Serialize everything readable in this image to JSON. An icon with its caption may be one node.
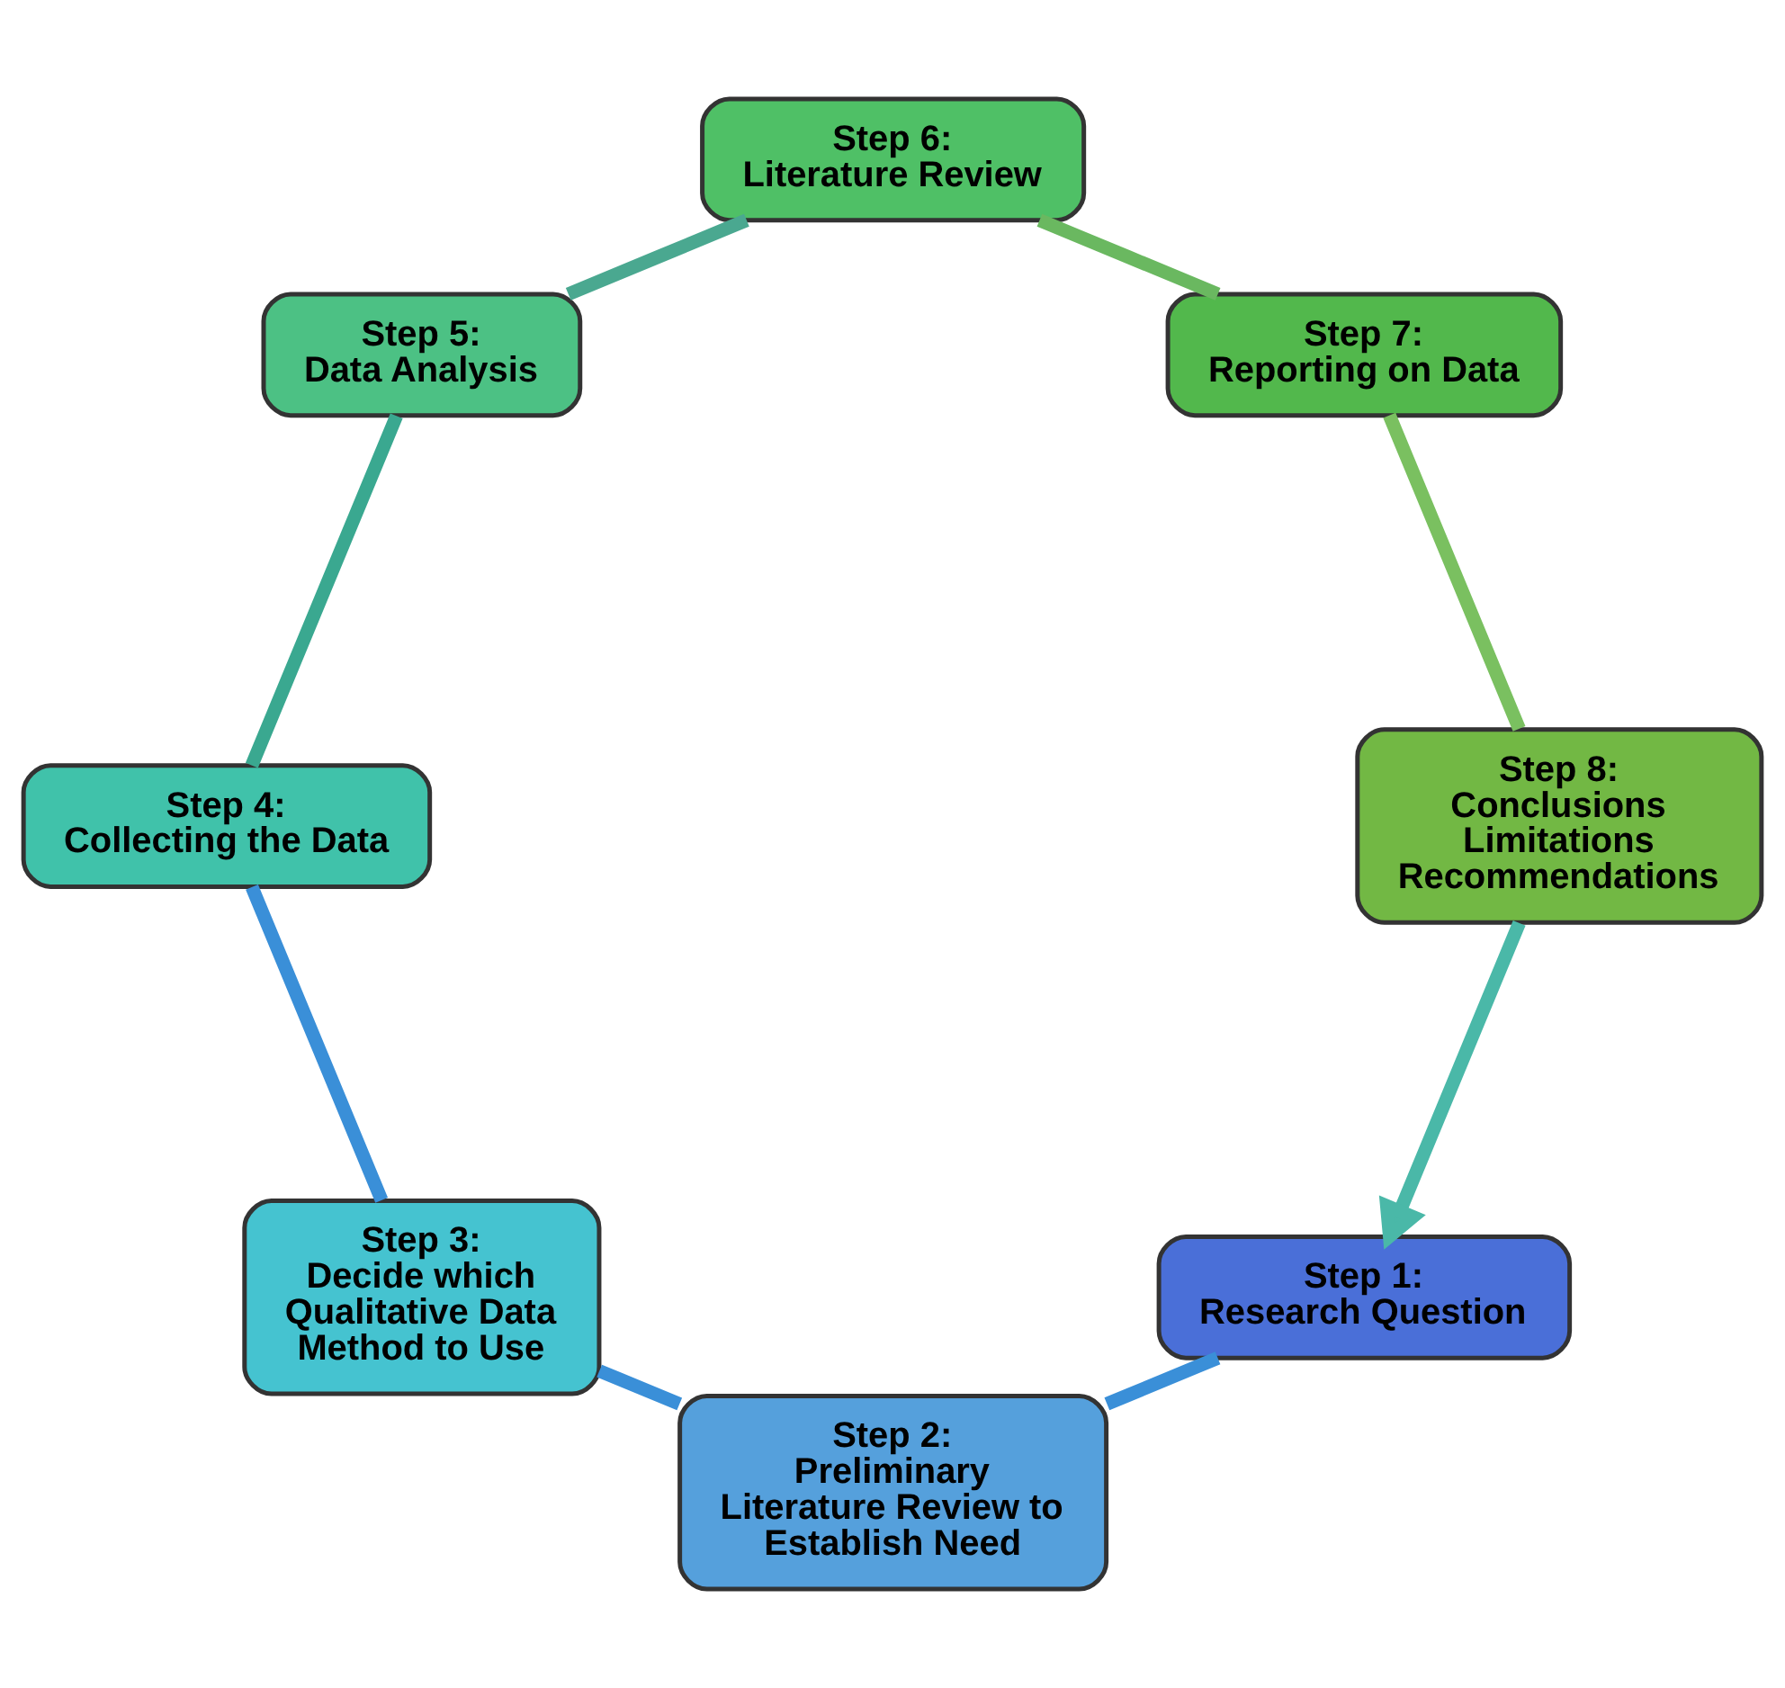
{
  "diagram": {
    "nodes": [
      {
        "text": [
          "Step 1:",
          "Research Question"
        ]
      },
      {
        "text": [
          "Step 2:",
          "Preliminary Literature Review to Establish Need"
        ]
      },
      {
        "text": [
          "Step 3:",
          "Decide which Qualitative Data Method to Use"
        ]
      },
      {
        "text": [
          "Step 4:",
          "Collecting the Data"
        ]
      },
      {
        "text": [
          "Step 5:",
          "Data Analysis"
        ]
      },
      {
        "text": [
          "Step 6:",
          "Literature Review"
        ]
      },
      {
        "text": [
          "Step 7:",
          "Reporting on Data"
        ]
      },
      {
        "text": [
          "Step 8:",
          "Conclusions Limitations Recommendations"
        ]
      }
    ],
    "edges": [
      {
        "from": 0,
        "to": 1,
        "arrow": "none"
      },
      {
        "from": 1,
        "to": 2,
        "arrow": "none"
      },
      {
        "from": 2,
        "to": 3,
        "arrow": "none"
      },
      {
        "from": 3,
        "to": 4,
        "arrow": "none",
        "color": "#3aa890"
      },
      {
        "from": 4,
        "to": 5,
        "arrow": "none",
        "color": "#4aa890"
      },
      {
        "from": 5,
        "to": 6,
        "arrow": "none",
        "color": "#6ab860"
      },
      {
        "from": 6,
        "to": 7,
        "arrow": "none",
        "color": "#7ac060"
      },
      {
        "from": 7,
        "to": 0,
        "arrow": "to",
        "color": "#4ab8a8"
      }
    ]
  }
}
